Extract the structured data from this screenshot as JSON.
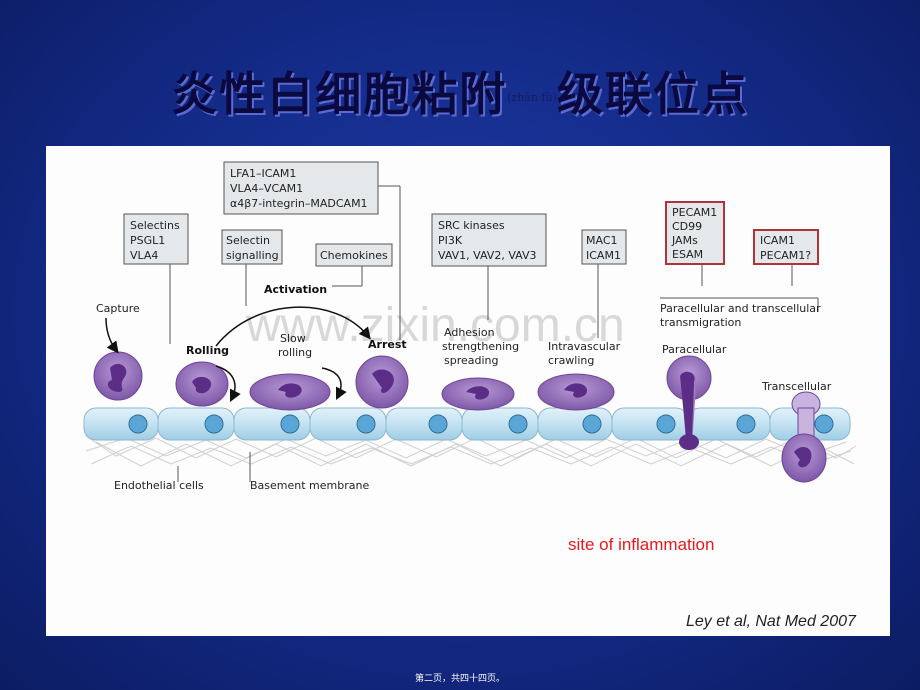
{
  "title": {
    "main": "炎性白细胞粘附",
    "pinyin": "(zhān fù)",
    "suffix": "级联位点"
  },
  "diagram": {
    "boxes": {
      "selectins": [
        "Selectins",
        "PSGL1",
        "VLA4"
      ],
      "selectin_signalling": [
        "Selectin",
        "signalling"
      ],
      "chemokines": [
        "Chemokines"
      ],
      "lfa1": [
        "LFA1–ICAM1",
        "VLA4–VCAM1",
        "α4β7-integrin–MADCAM1"
      ],
      "src": [
        "SRC kinases",
        "PI3K",
        "VAV1, VAV2, VAV3"
      ],
      "mac1": [
        "MAC1",
        "ICAM1"
      ],
      "pecam": [
        "PECAM1",
        "CD99",
        "JAMs",
        "ESAM"
      ],
      "icam": [
        "ICAM1",
        "PECAM1?"
      ]
    },
    "labels": {
      "capture": "Capture",
      "rolling": "Rolling",
      "activation": "Activation",
      "slow_rolling": [
        "Slow",
        "rolling"
      ],
      "arrest": "Arrest",
      "adhesion": [
        "Adhesion",
        "strengthening",
        "spreading"
      ],
      "intravascular": [
        "Intravascular",
        "crawling"
      ],
      "transmigration": [
        "Paracellular and transcellular",
        "transmigration"
      ],
      "paracellular": "Paracellular",
      "transcellular": "Transcellular",
      "endothelial": "Endothelial cells",
      "basement": "Basement membrane",
      "site": "site of inflammation",
      "citation": "Ley et al, Nat Med 2007",
      "watermark": "www.zixin.com.cn"
    },
    "colors": {
      "cell": "#8f6bb5",
      "cell_inner": "#5b2d86",
      "endo": "#c8e4f2",
      "nucleus": "#5aa6d6",
      "red_box": "#b0323a"
    }
  },
  "footer": "第二页，共四十四页。"
}
